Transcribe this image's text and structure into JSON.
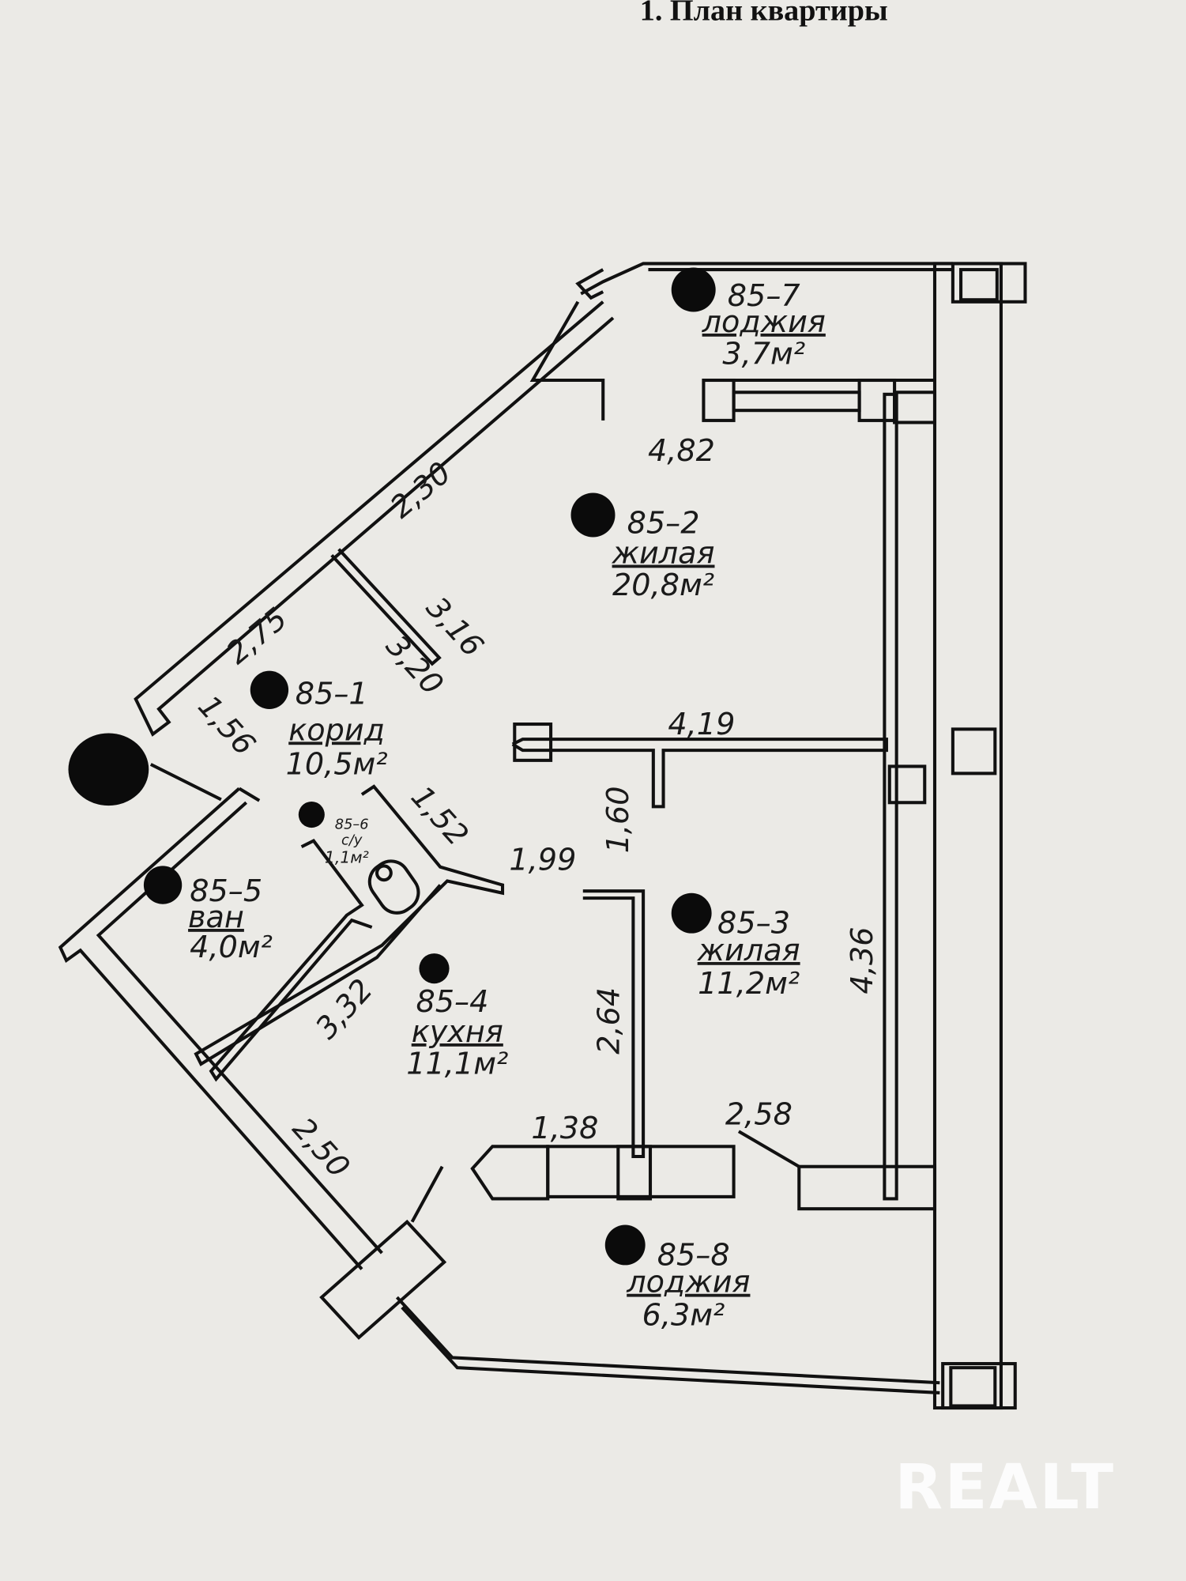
{
  "title": "1. План квартиры",
  "rooms": [
    {
      "number": "85–7",
      "name": "лоджия",
      "area": "3,7м²"
    },
    {
      "number": "85–2",
      "name": "жилая",
      "area": "20,8м²"
    },
    {
      "number": "85–1",
      "name": "корид",
      "area": "10,5м²"
    },
    {
      "number": "85–6",
      "name": "с/у",
      "area": "1,1м²"
    },
    {
      "number": "85–5",
      "name": "ван",
      "area": "4,0м²"
    },
    {
      "number": "85–4",
      "name": "кухня",
      "area": "11,1м²"
    },
    {
      "number": "85–3",
      "name": "жилая",
      "area": "11,2м²"
    },
    {
      "number": "85–8",
      "name": "лоджия",
      "area": "6,3м²"
    }
  ],
  "dimensions": [
    "4,82",
    "2,30",
    "3,16",
    "2,75",
    "3,20",
    "1,56",
    "4,19",
    "1,52",
    "1,60",
    "1,99",
    "4,36",
    "3,32",
    "2,64",
    "1,38",
    "2,58",
    "2,50"
  ],
  "watermark": "REALT"
}
